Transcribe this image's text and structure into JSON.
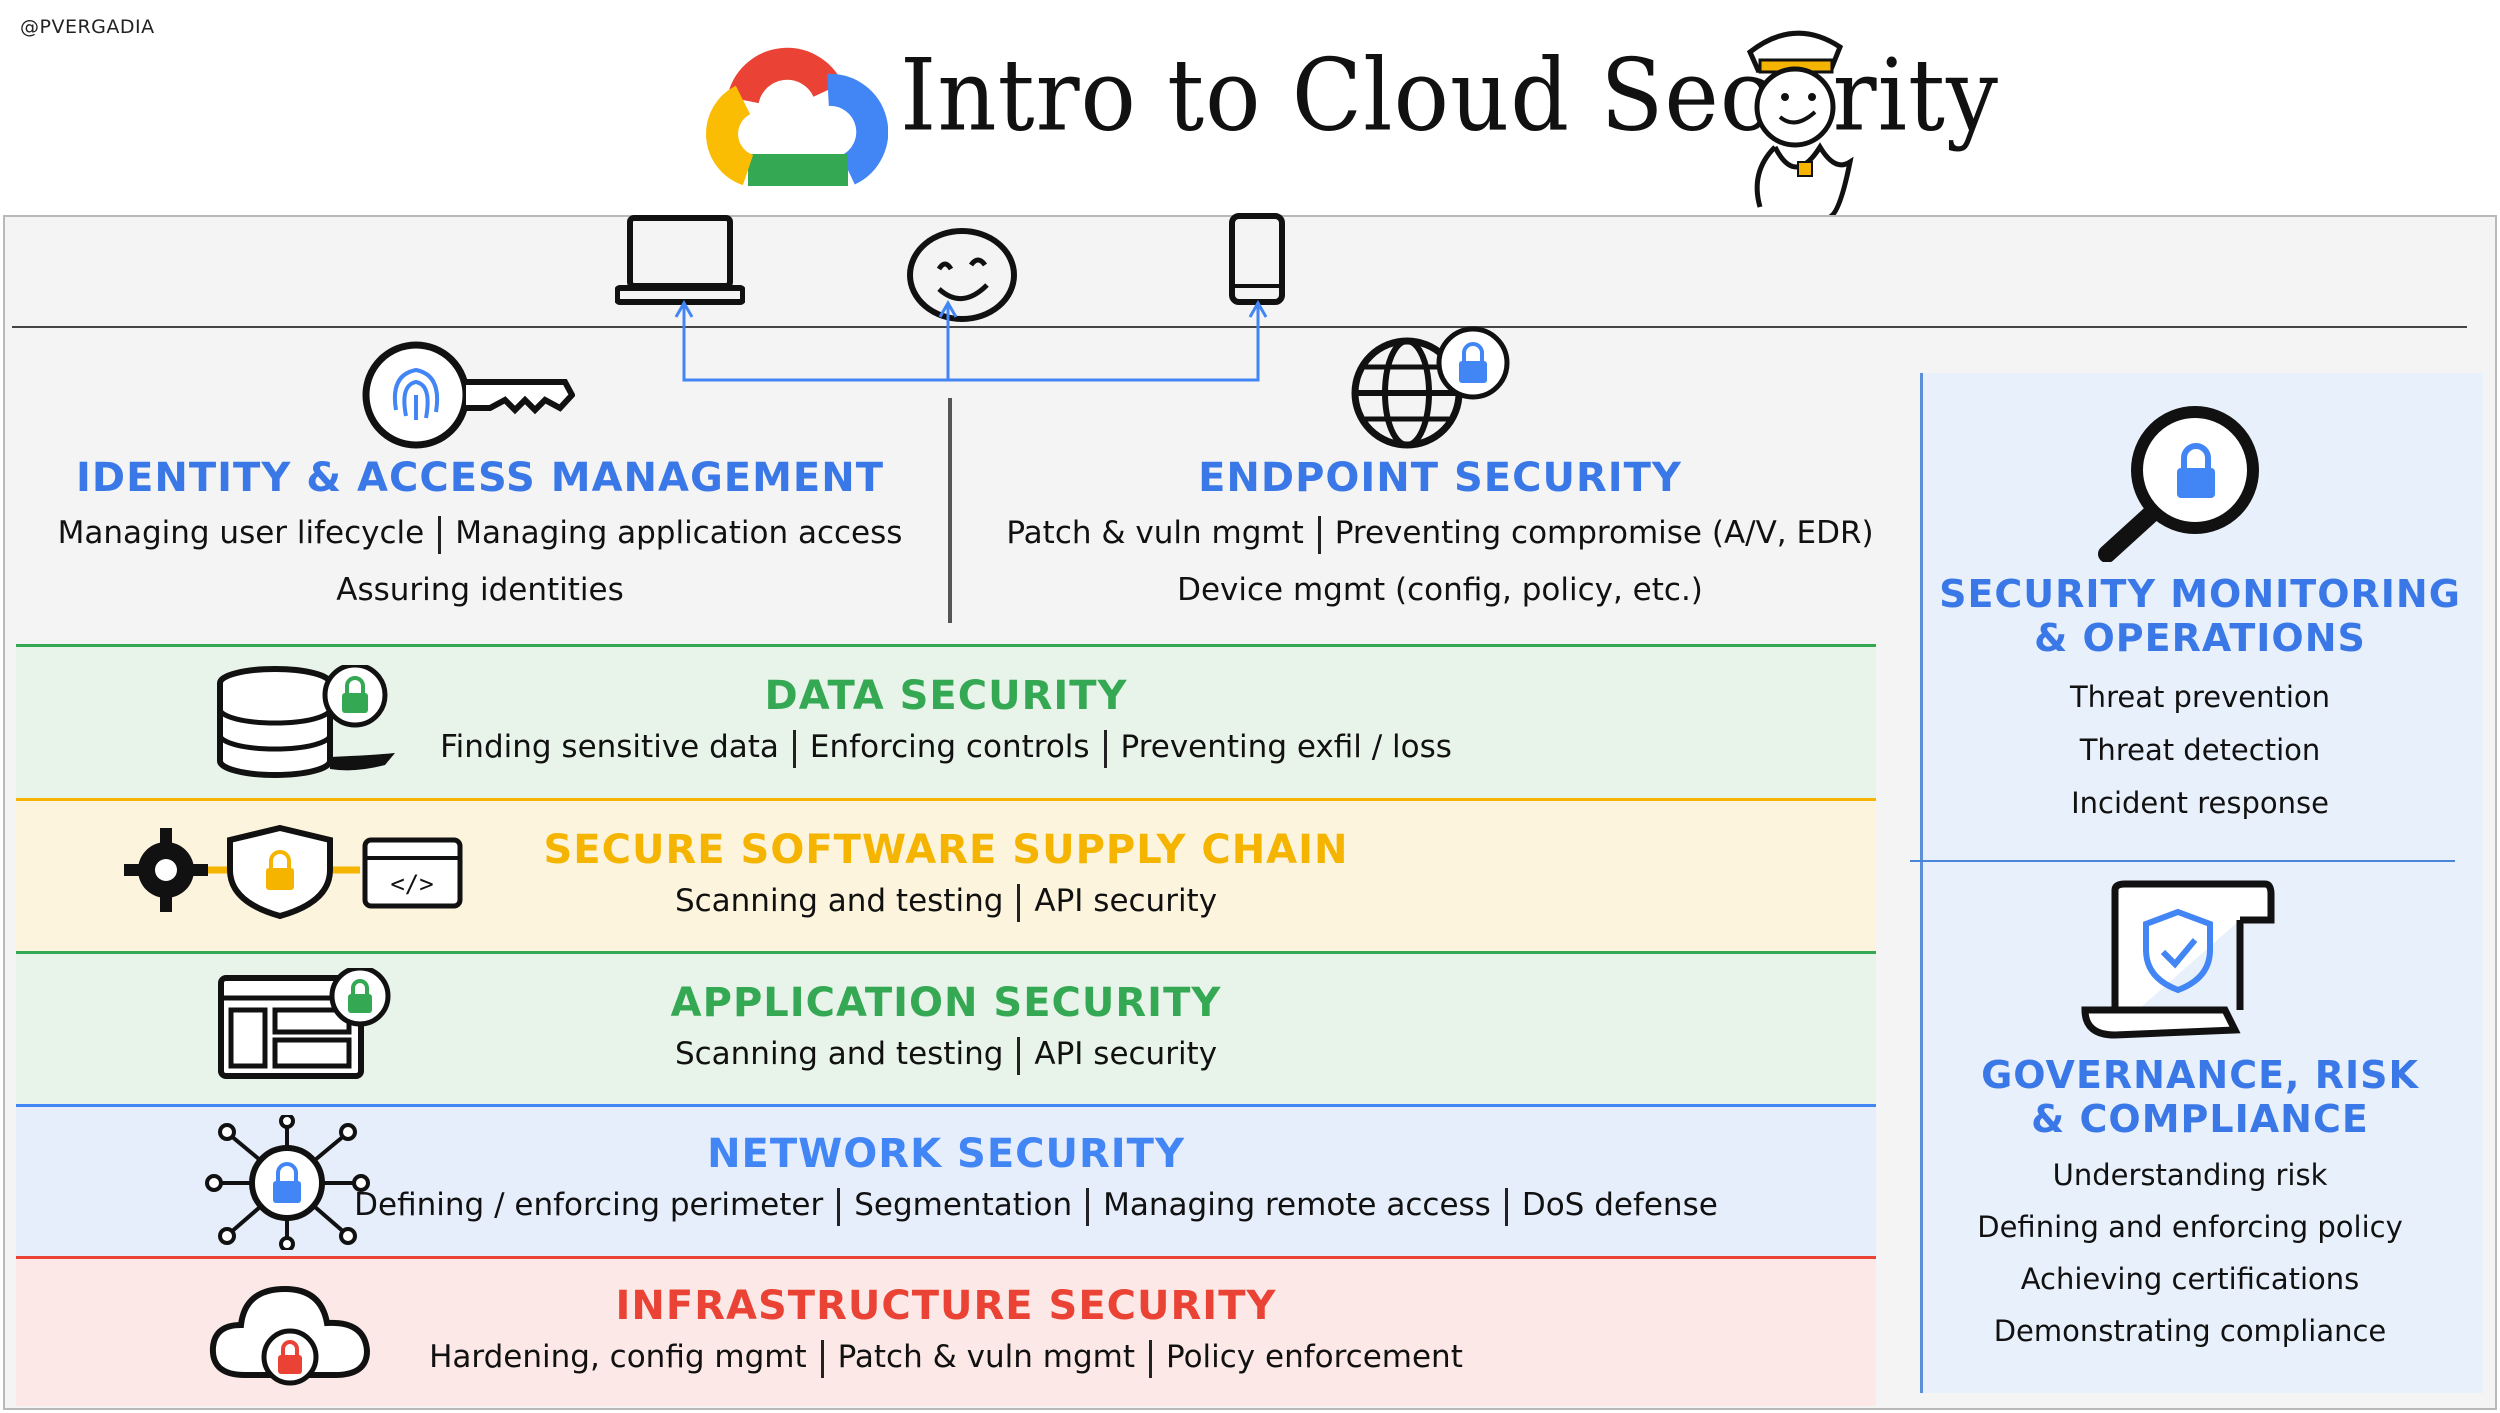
{
  "handle": "@PVERGADIA",
  "title": "Intro to Cloud Security",
  "iam": {
    "title": "IDENTITY & ACCESS MANAGEMENT",
    "items": [
      "Managing user lifecycle",
      "Managing application access"
    ],
    "line2": "Assuring identities"
  },
  "endpoint": {
    "title": "ENDPOINT SECURITY",
    "items": [
      "Patch & vuln mgmt",
      "Preventing compromise (A/V, EDR)"
    ],
    "line2": "Device mgmt (config, policy, etc.)"
  },
  "bands": [
    {
      "title": "DATA SECURITY",
      "color": "#34a853",
      "bg": "#e8f3ea",
      "items": [
        "Finding sensitive data",
        "Enforcing controls",
        "Preventing exfil / loss"
      ],
      "icon": "database-lock-icon"
    },
    {
      "title": "SECURE SOFTWARE SUPPLY CHAIN",
      "color": "#f4b400",
      "bg": "#fdf4dd",
      "items": [
        "Scanning and testing",
        "API security"
      ],
      "icon": "supply-chain-icon"
    },
    {
      "title": "APPLICATION SECURITY",
      "color": "#34a853",
      "bg": "#e8f3ea",
      "items": [
        "Scanning and testing",
        "API security"
      ],
      "icon": "app-window-lock-icon"
    },
    {
      "title": "NETWORK SECURITY",
      "color": "#4285f4",
      "bg": "#e6eefb",
      "items": [
        "Defining / enforcing perimeter",
        "Segmentation",
        "Managing remote access",
        "DoS defense"
      ],
      "icon": "network-lock-icon"
    },
    {
      "title": "INFRASTRUCTURE SECURITY",
      "color": "#ea4335",
      "bg": "#fce9e7",
      "items": [
        "Hardening, config mgmt",
        "Patch & vuln mgmt",
        "Policy enforcement"
      ],
      "icon": "cloud-lock-icon"
    }
  ],
  "monitoring": {
    "title_line1": "SECURITY MONITORING",
    "title_line2": "& OPERATIONS",
    "items": [
      "Threat prevention",
      "Threat detection",
      "Incident response"
    ]
  },
  "governance": {
    "title_line1": "GOVERNANCE, RISK",
    "title_line2": "& COMPLIANCE",
    "items": [
      "Understanding risk",
      "Defining and enforcing policy",
      "Achieving certifications",
      "Demonstrating compliance"
    ]
  },
  "colors": {
    "blue": "#4285f4",
    "green": "#34a853",
    "yellow": "#f4b400",
    "red": "#ea4335"
  }
}
